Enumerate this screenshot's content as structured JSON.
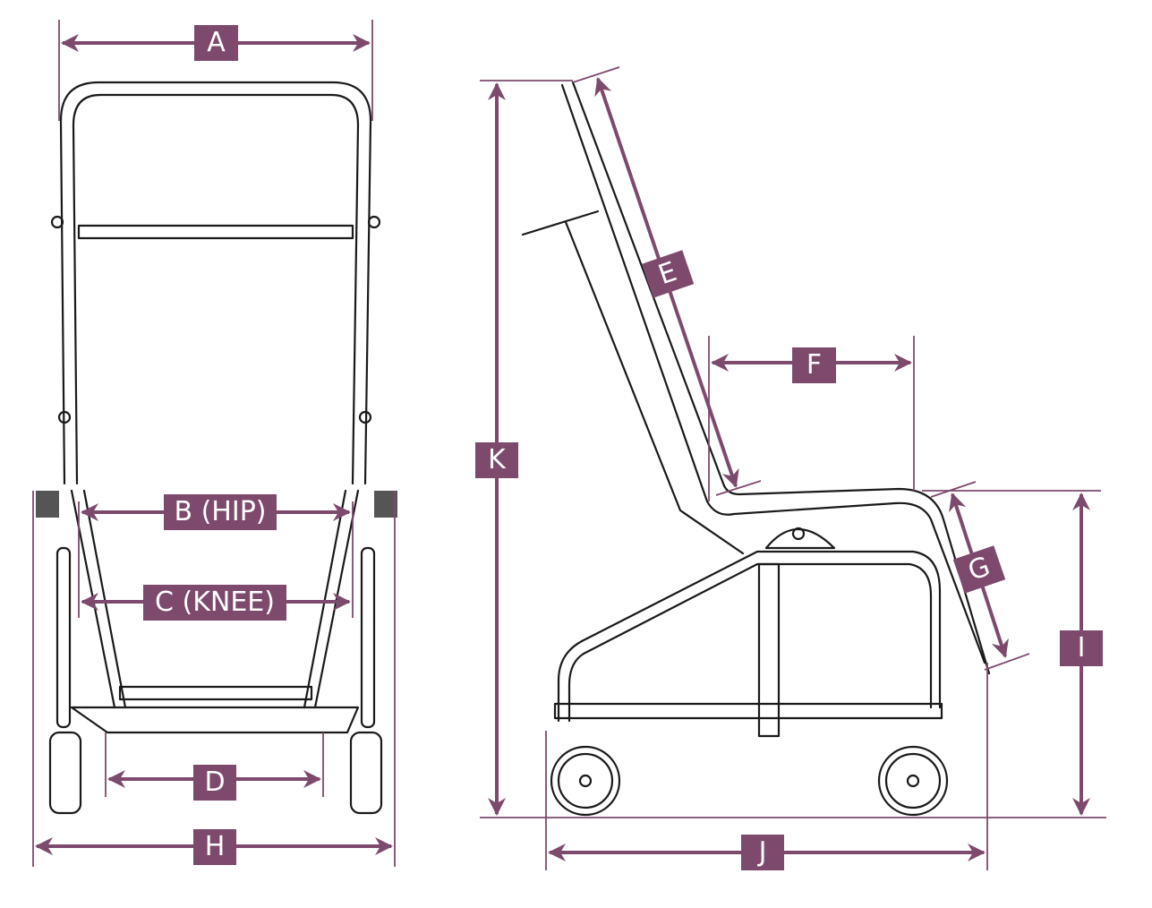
{
  "title": "Chair dimension diagram",
  "colors": {
    "accent": "#7d4a6e",
    "line": "#1a1a1a"
  },
  "labels": {
    "A": "A",
    "B": "B (HIP)",
    "C": "C (KNEE)",
    "D": "D",
    "E": "E",
    "F": "F",
    "G": "G",
    "H": "H",
    "I": "I",
    "J": "J",
    "K": "K"
  }
}
